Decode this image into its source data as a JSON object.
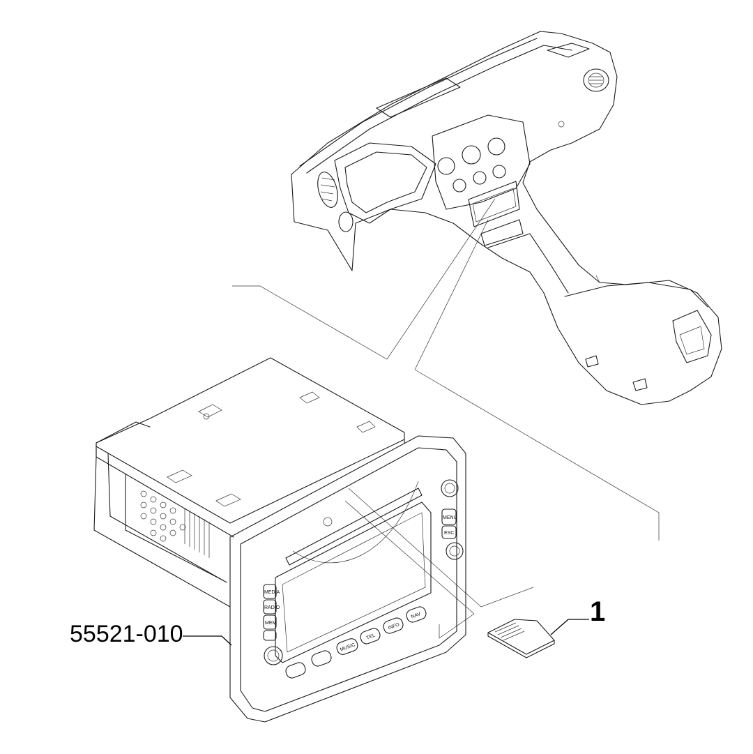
{
  "callouts": {
    "part_number": "55521-010",
    "item_number": "1"
  },
  "unit_buttons": {
    "left": [
      "MEDIA",
      "RADIO",
      "MEM"
    ],
    "right": [
      "MENU",
      "ESC"
    ],
    "bottom": [
      "MUSIC",
      "TEL",
      "INFO",
      "NAV"
    ]
  }
}
